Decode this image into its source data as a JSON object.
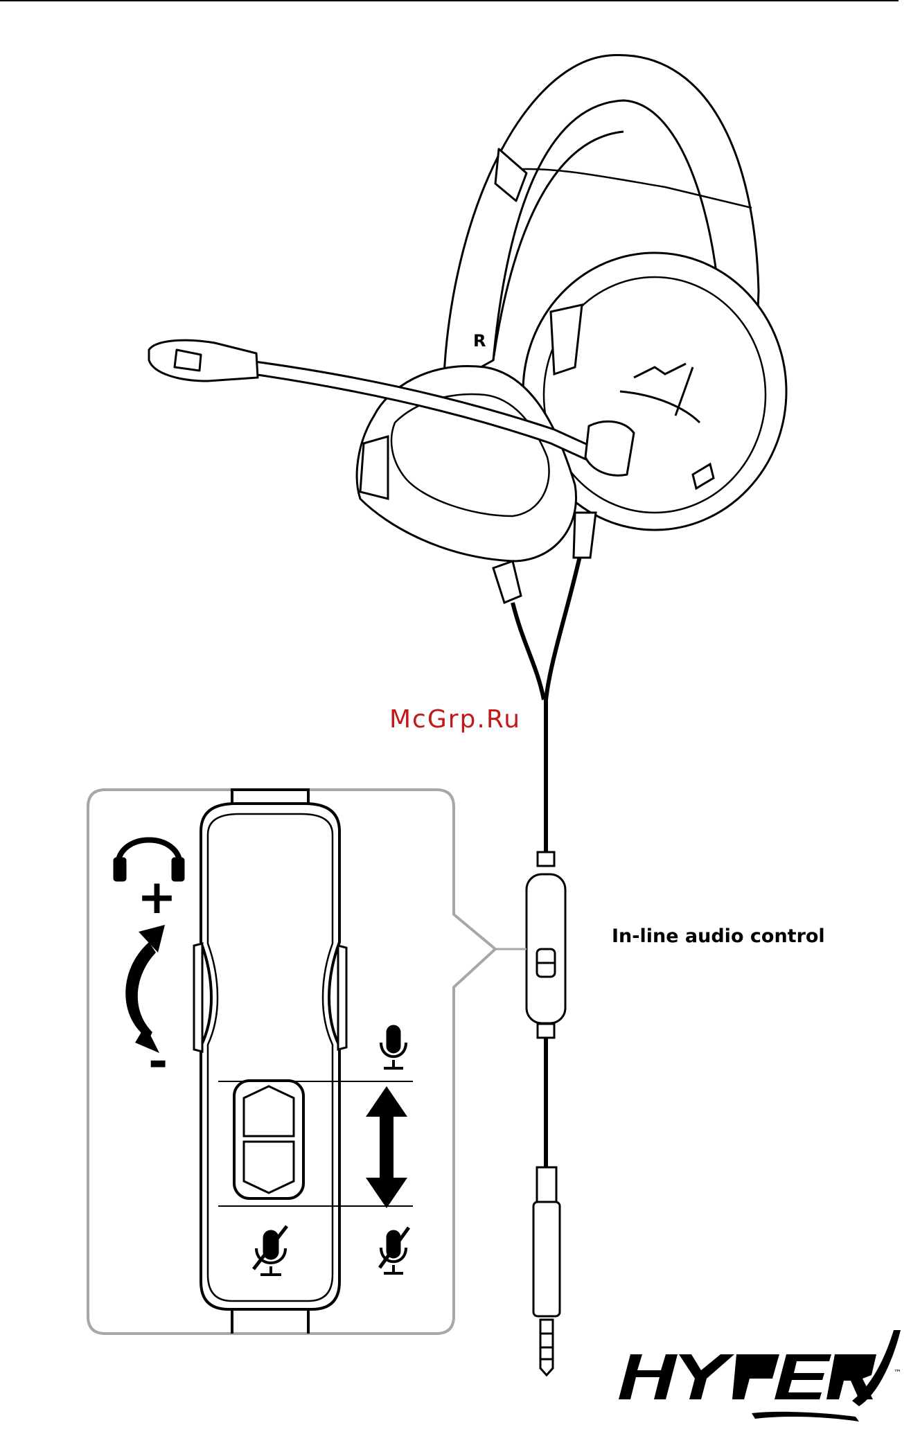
{
  "watermark": "McGrp.Ru",
  "ear_label": "R",
  "volume": {
    "plus": "+",
    "minus": "-"
  },
  "callout_label": "In-line audio control",
  "brand": {
    "logo_text": "HYPERX",
    "trademark": "™"
  }
}
